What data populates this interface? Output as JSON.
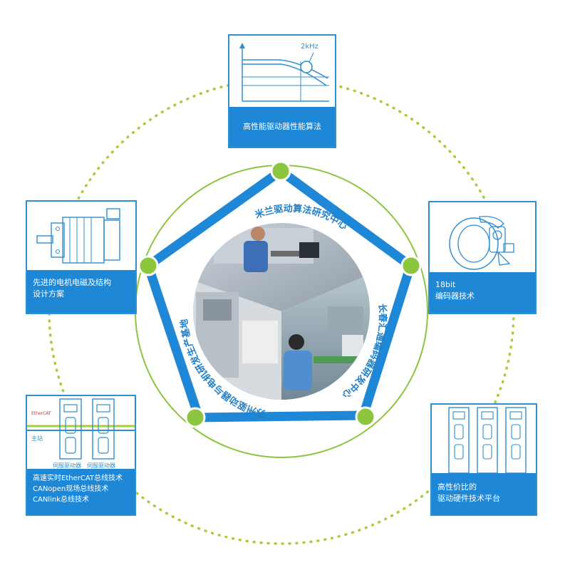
{
  "cards": {
    "top": {
      "title": "高性能驱动器性能算法",
      "art_label": "2kHz"
    },
    "left": {
      "lines": [
        "先进的电机电磁及结构",
        "设计方案"
      ]
    },
    "right": {
      "lines": [
        "18bit",
        "编码器技术"
      ]
    },
    "bottom_left": {
      "lines": [
        "高速实时EtherCAT总线技术",
        "CANopen现场总线技术",
        "CANlink总线技术"
      ],
      "art_labels": {
        "master": "主站",
        "slave1": "伺服驱动器",
        "slave2": "伺服驱动器",
        "logo": "EtherCAT"
      }
    },
    "bottom_right": {
      "lines": [
        "高性价比的",
        "驱动硬件技术平台"
      ]
    }
  },
  "center": {
    "arc_top": "米兰驱动算法研究中心",
    "arc_right": "长春汇通编码器研发中心",
    "arc_left": "苏州驱动器与电机研发生产基地"
  },
  "colors": {
    "brand_blue": "#1e88d6",
    "card_border": "#2f8fd0",
    "node_green": "#8cc63f",
    "dotted_green": "#a5cf3a",
    "text_blue": "#1f7fc8"
  }
}
